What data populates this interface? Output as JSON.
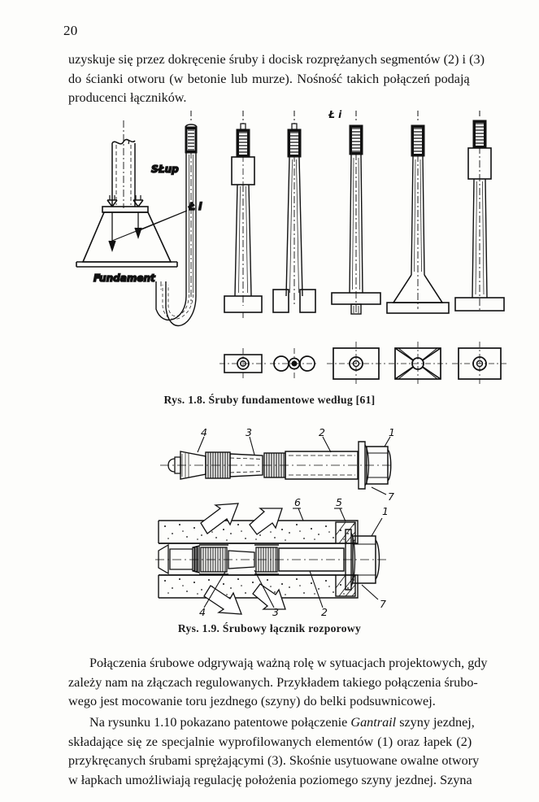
{
  "document": {
    "page_number": "20",
    "language": "pl"
  },
  "paragraphs": {
    "top": {
      "lines": [
        "uzyskuje się przez dokręcenie śruby i docisk rozprężanych segmentów (2) i (3)",
        "do ścianki otworu (w betonie lub murze). Nośność takich połączeń podają",
        "producenci łączników."
      ]
    },
    "body1": {
      "lines": [
        "Połączenia śrubowe odgrywają ważną rolę w sytuacjach projektowych, gdy",
        "zależy nam na złączach regulowanych. Przykładem takiego połączenia śrubo-",
        "wego jest mocowanie toru jezdnego (szyny) do belki podsuwnicowej."
      ]
    },
    "body2": {
      "lines": [
        "Na rysunku 1.10 pokazano patentowe połączenie Gantrail szyny jezdnej,",
        "składające się ze specjalnie wyprofilowanych elementów (1) oraz łapek (2)",
        "przykręcanych śrubami sprężającymi (3). Skośnie usytuowane owalne otwory",
        "w łapkach umożliwiają regulację położenia poziomego szyny jezdnej. Szyna"
      ],
      "italic_word": "Gantrail"
    }
  },
  "figures": {
    "fig_1_8": {
      "caption": "Rys. 1.8. Śruby fundamentowe według [61]",
      "annotations": {
        "top_label": "Ł i",
        "column": "SŁup",
        "bolt_label": "Ł i",
        "foundation": "Fundament"
      },
      "bolt_types": [
        {
          "id": "j-hook",
          "end": "j-bend",
          "plan": "none"
        },
        {
          "id": "rect-plate",
          "end": "rectangular-plate",
          "plan": "rectangle-with-hole"
        },
        {
          "id": "two-blocks",
          "end": "split-blocks",
          "plan": "two-circles"
        },
        {
          "id": "washer-plate",
          "end": "flat-plate-with-nut",
          "plan": "square-with-hole"
        },
        {
          "id": "cone-anchor",
          "end": "trapezoid-cone",
          "plan": "square-with-cross"
        },
        {
          "id": "flat-foot",
          "end": "flat-foot-plate",
          "plan": "square-with-hole"
        }
      ]
    },
    "fig_1_9": {
      "caption": "Rys. 1.9. Śrubowy łącznik rozporowy",
      "leaders_top": [
        "4",
        "3",
        "2",
        "1",
        "7"
      ],
      "leaders_bottom": [
        "6",
        "5",
        "1",
        "7",
        "4",
        "3",
        "2"
      ]
    }
  },
  "colors": {
    "ink": "#111111",
    "paper": "#fdfdfb"
  }
}
